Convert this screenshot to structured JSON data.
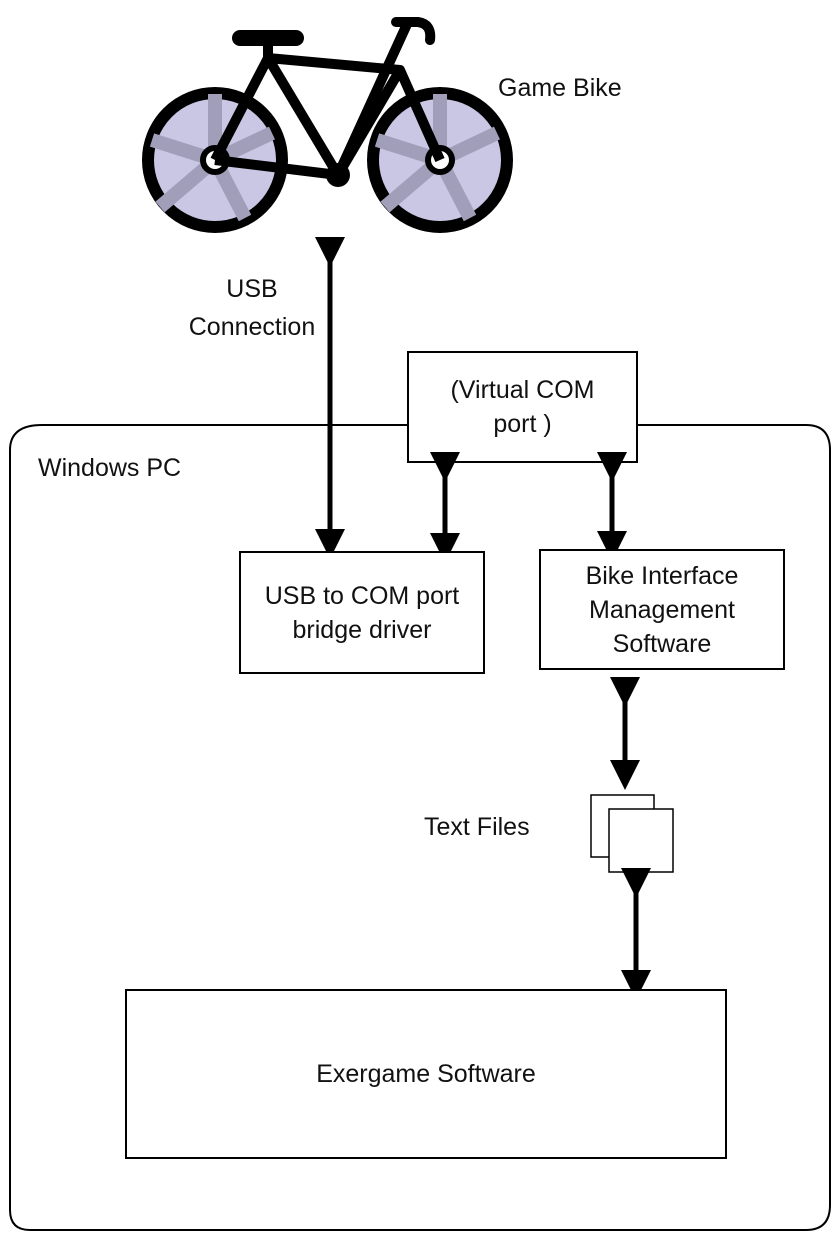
{
  "bike_label": "Game Bike",
  "usb_label_line1": "USB",
  "usb_label_line2": "Connection",
  "pc_label": "Windows PC",
  "virtual_com": "(Virtual COM\nport )",
  "driver": "USB to COM port\nbridge driver",
  "bims": "Bike Interface\nManagement\nSoftware",
  "text_files_label": "Text Files",
  "exergame": "Exergame Software",
  "colors": {
    "wheel_fill": "#c9c7e4",
    "wheel_spoke": "#a09eb8",
    "line": "#000000"
  }
}
